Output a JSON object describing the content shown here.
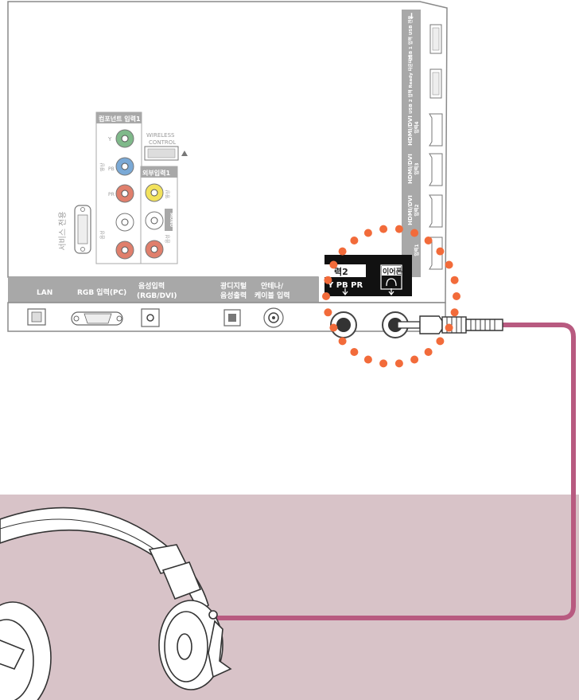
{
  "colors": {
    "highlight_dots": "#f26b3a",
    "cable": "#b85a80",
    "headphone_zone": "#d8c3c8",
    "label_bar": "#a8a8a8",
    "panel_edge": "#8a8a8a"
  },
  "bottom_labels": {
    "lan": "LAN",
    "rgb": "RGB 입력(PC)",
    "audio_in_1": "음성입력",
    "audio_in_2": "(RGB/DVI)",
    "optical_1": "광디지털",
    "optical_2": "음성출력",
    "antenna_1": "안테나/",
    "antenna_2": "케이블 입력"
  },
  "component": {
    "title": "컴포넌트 입력1",
    "y": "Y",
    "pb": "PB",
    "pr": "PR",
    "video": "영상",
    "audio": "음성",
    "left": "왼",
    "right": "오"
  },
  "wireless": {
    "line1": "WIRELESS",
    "line2": "CONTROL"
  },
  "av_in": {
    "title": "외부입력1",
    "video": "영상",
    "mono": "MONO",
    "audio": "음성",
    "left": "왼",
    "right": "오"
  },
  "service": {
    "label": "서비스 전용"
  },
  "side_labels": {
    "usb1": "USB 1 입력 USB 전용",
    "usb2": "USB 2 입력 Ready 타운터넷",
    "hdmi_brand": "HDMI/DVI",
    "hdmi4": "입력4",
    "hdmi3": "입력3",
    "hdmi2": "입력2",
    "hdmi1": "입력1"
  },
  "zoom": {
    "input2_label": "력2",
    "ypbpr": "Y  PB  PR",
    "earphone_label": "이어폰"
  },
  "icons": {
    "usb": "usb-icon",
    "headphone": "headphone-small-icon",
    "arrow_down": "arrow-down-icon"
  }
}
